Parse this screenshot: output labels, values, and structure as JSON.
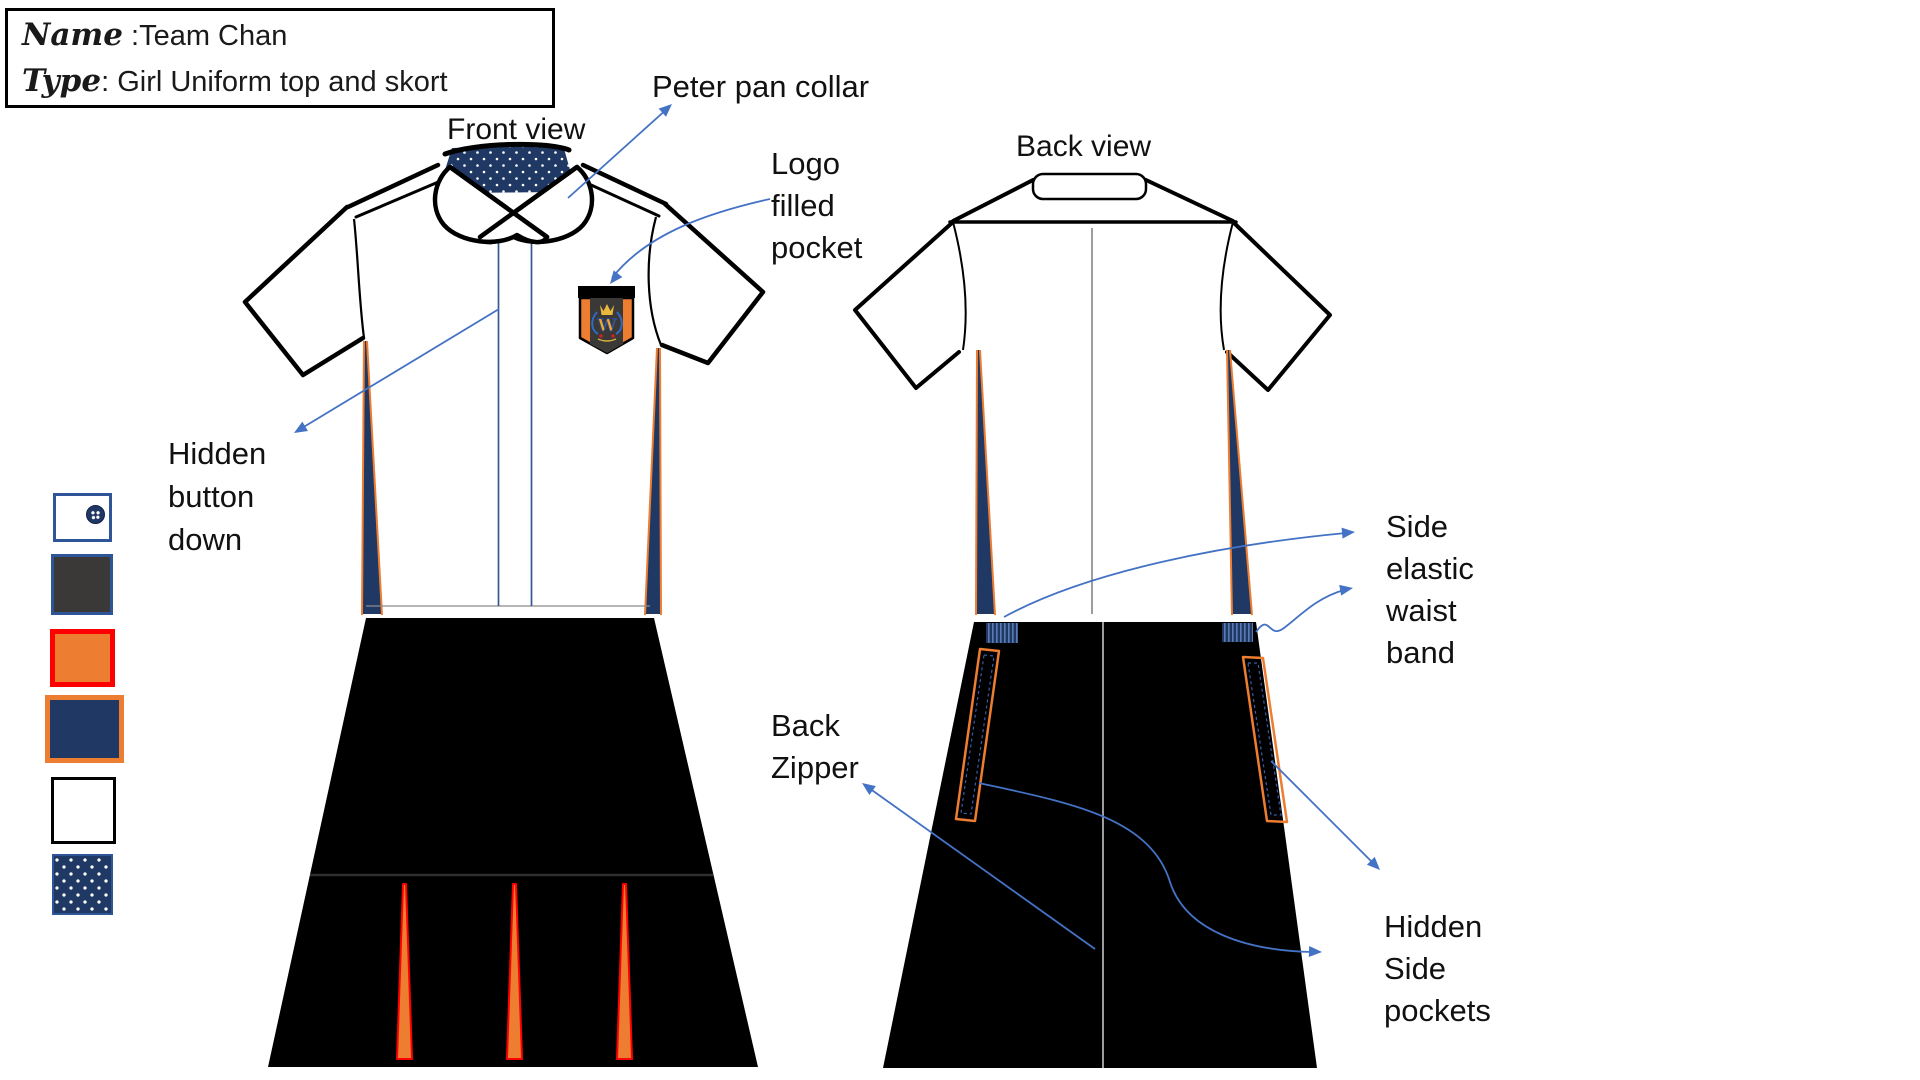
{
  "meta_box": {
    "fields": [
      {
        "label": "Name",
        "separator": " :",
        "value": "Team Chan"
      },
      {
        "label": "Type",
        "separator": ": ",
        "value": "Girl Uniform top and skort"
      }
    ]
  },
  "views": {
    "front_label": "Front view",
    "back_label": "Back view"
  },
  "annotations": {
    "peter_pan_collar": {
      "lines": [
        "Peter pan collar"
      ]
    },
    "logo_pocket": {
      "lines": [
        "Logo",
        "filled",
        "pocket"
      ]
    },
    "hidden_button": {
      "lines": [
        "Hidden",
        "button",
        "down"
      ]
    },
    "side_elastic": {
      "lines": [
        "Side",
        "elastic",
        "waist",
        "band"
      ]
    },
    "back_zipper": {
      "lines": [
        "Back",
        "Zipper"
      ]
    },
    "hidden_pockets": {
      "lines": [
        "Hidden",
        "Side",
        "pockets"
      ]
    }
  },
  "crest": {
    "monogram": "W"
  },
  "swatches": [
    {
      "name": "white-fabric-with-button",
      "fill": "#ffffff",
      "border": "#2e5597",
      "icon": "button"
    },
    {
      "name": "dark-gray-fabric",
      "fill": "#3b3838",
      "border": "#2e5597"
    },
    {
      "name": "orange-fabric",
      "fill": "#ed7d31",
      "border": "#ff0000"
    },
    {
      "name": "navy-fabric",
      "fill": "#1f3864",
      "border": "#ed7d31"
    },
    {
      "name": "white-fabric",
      "fill": "#ffffff",
      "border": "#000000"
    },
    {
      "name": "navy-polka-dot-fabric",
      "fill": "#1f3864",
      "border": "#2e5597",
      "icon": "polka-dots"
    }
  ],
  "palette": {
    "navy": "#1f3864",
    "orange": "#ed7d31",
    "red": "#ff0000",
    "dark_gray": "#3b3838",
    "annotation_blue": "#4472c4",
    "outline_black": "#000000",
    "skort_black": "#000000"
  }
}
